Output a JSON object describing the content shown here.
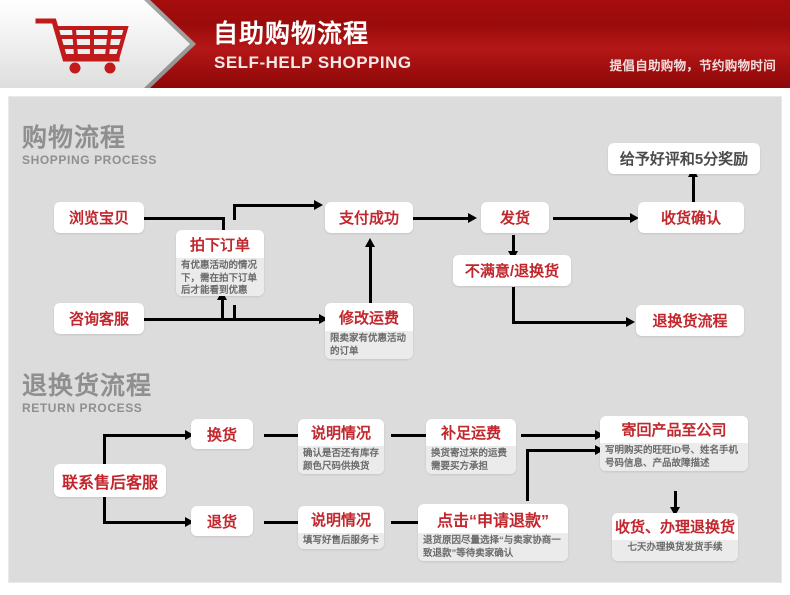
{
  "banner": {
    "title": "自助购物流程",
    "subtitle": "SELF-HELP SHOPPING",
    "slogan": "提倡自助购物，节约购物时间",
    "icon": "shopping-cart-icon",
    "bg_color": "#a50d0d",
    "accent_color": "#c1272d"
  },
  "sections": [
    {
      "id": "shopping-process",
      "cn": "购物流程",
      "en": "SHOPPING PROCESS"
    },
    {
      "id": "return-process",
      "cn": "退换货流程",
      "en": "RETURN PROCESS"
    }
  ],
  "shopping_nodes": {
    "browse": {
      "title": "浏览宝贝",
      "desc": ""
    },
    "place_order": {
      "title": "拍下订单",
      "desc": "有优惠活动的情况下，需在拍下订单后才能看到优惠"
    },
    "contact_service": {
      "title": "咨询客服",
      "desc": ""
    },
    "modify_shipping": {
      "title": "修改运费",
      "desc": "限卖家有优惠活动的订单"
    },
    "pay_success": {
      "title": "支付成功",
      "desc": ""
    },
    "ship": {
      "title": "发货",
      "desc": ""
    },
    "dissatisfied": {
      "title": "不满意/退换货",
      "desc": ""
    },
    "confirm_receipt": {
      "title": "收货确认",
      "desc": ""
    },
    "good_review": {
      "title": "给予好评和5分奖励",
      "desc": ""
    },
    "return_flow": {
      "title": "退换货流程",
      "desc": ""
    }
  },
  "return_nodes": {
    "contact_after_sales": {
      "title": "联系售后客服",
      "desc": ""
    },
    "exchange": {
      "title": "换货",
      "desc": ""
    },
    "explain_exchange": {
      "title": "说明情况",
      "desc": "确认是否还有库存颜色尺码供换货"
    },
    "pay_shipping": {
      "title": "补足运费",
      "desc": "换货寄过来的运费需要买方承担"
    },
    "send_back": {
      "title": "寄回产品至公司",
      "desc": "写明购买的旺旺ID号、姓名手机号码信息、产品故障描述"
    },
    "receive_process": {
      "title": "收货、办理退换货",
      "desc": "七天办理换货发货手续"
    },
    "refund": {
      "title": "退货",
      "desc": ""
    },
    "explain_refund": {
      "title": "说明情况",
      "desc": "填写好售后服务卡"
    },
    "apply_refund": {
      "title": "点击“申请退款”",
      "desc": "退货原因尽量选择“与卖家协商一致退款”等待卖家确认"
    }
  }
}
